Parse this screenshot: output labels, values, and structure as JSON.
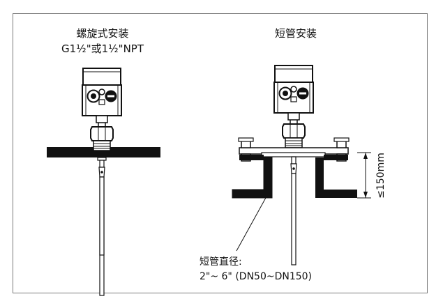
{
  "left": {
    "title": "螺旋式安装",
    "subtitle": "G1½\"或1½\"NPT"
  },
  "right": {
    "title": "短管安装",
    "dimension": "≤150mm",
    "diameter_label": "短管直径:",
    "diameter_value": "2\"~ 6\" (DN50~DN150)"
  }
}
